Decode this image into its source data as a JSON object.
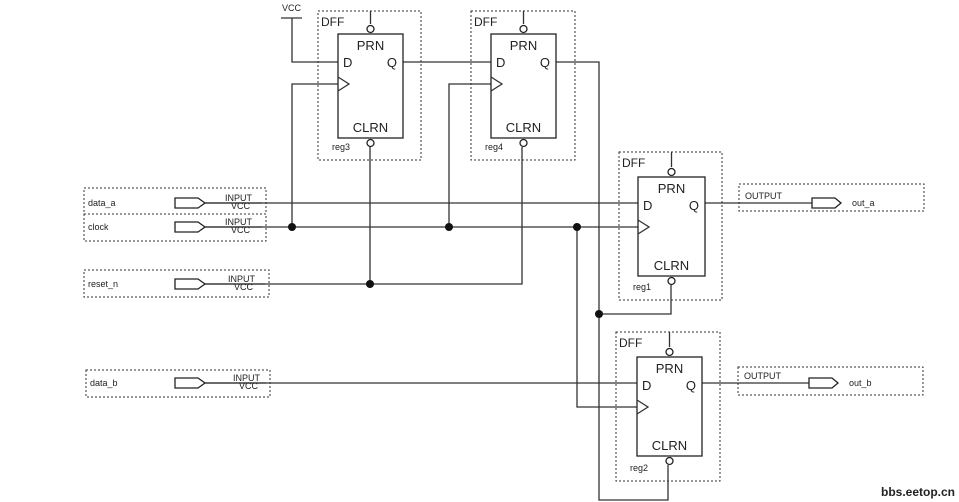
{
  "vcc_label": "VCC",
  "registers": [
    {
      "name": "reg3",
      "type": "DFF",
      "pins": {
        "prn": "PRN",
        "d": "D",
        "q": "Q",
        "clrn": "CLRN"
      }
    },
    {
      "name": "reg4",
      "type": "DFF",
      "pins": {
        "prn": "PRN",
        "d": "D",
        "q": "Q",
        "clrn": "CLRN"
      }
    },
    {
      "name": "reg1",
      "type": "DFF",
      "pins": {
        "prn": "PRN",
        "d": "D",
        "q": "Q",
        "clrn": "CLRN"
      }
    },
    {
      "name": "reg2",
      "type": "DFF",
      "pins": {
        "prn": "PRN",
        "d": "D",
        "q": "Q",
        "clrn": "CLRN"
      }
    }
  ],
  "inputs": [
    {
      "name": "data_a",
      "kind": "INPUT",
      "default": "VCC"
    },
    {
      "name": "clock",
      "kind": "INPUT",
      "default": "VCC"
    },
    {
      "name": "reset_n",
      "kind": "INPUT",
      "default": "VCC"
    },
    {
      "name": "data_b",
      "kind": "INPUT",
      "default": "VCC"
    }
  ],
  "outputs": [
    {
      "name": "out_a",
      "kind": "OUTPUT"
    },
    {
      "name": "out_b",
      "kind": "OUTPUT"
    }
  ],
  "watermark": "bbs.eetop.cn"
}
